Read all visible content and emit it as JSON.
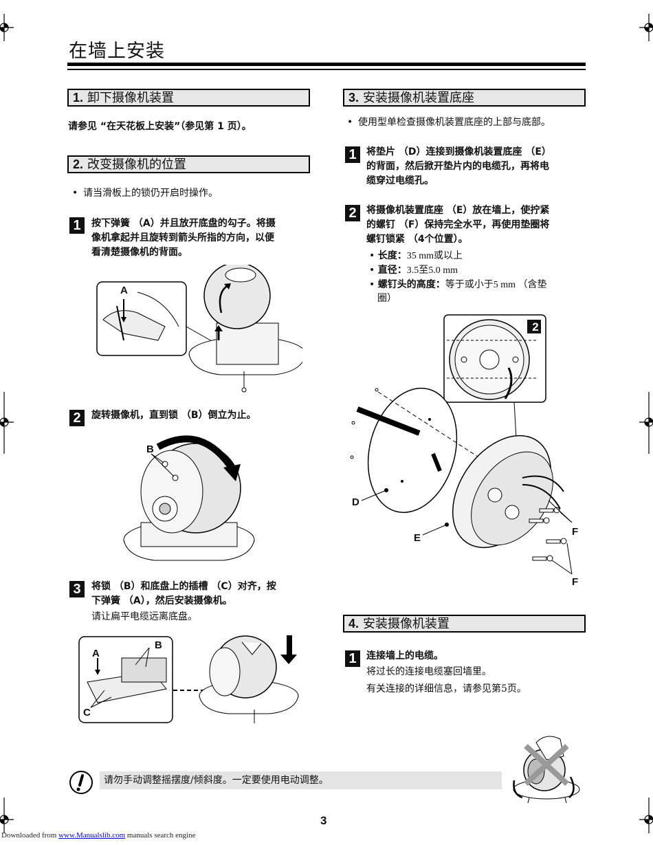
{
  "page": {
    "title": "在墙上安装",
    "page_number": "3",
    "footer": {
      "prefix": "Downloaded from ",
      "link": "www.Manualslib.com",
      "suffix": " manuals search engine"
    }
  },
  "section1": {
    "number": "1.",
    "title": "卸下摄像机装置",
    "text": "请参见 “在天花板上安装”（参见第 1 页）。"
  },
  "section2": {
    "number": "2.",
    "title": "改变摄像机的位置",
    "bullet": "请当滑板上的锁仍开启时操作。",
    "steps": [
      {
        "num": "1",
        "lines": [
          "按下弹簧 （A）并且放开底盘的勾子。将摄",
          "像机拿起并且旋转到箭头所指的方向，以便",
          "看清楚摄像机的背面。"
        ]
      },
      {
        "num": "2",
        "lines": [
          "旋转摄像机，直到锁 （B）倒立为止。"
        ]
      },
      {
        "num": "3",
        "lines": [
          "将锁 （B）和底盘上的插槽 （C）对齐，按",
          "下弹簧 （A），然后安装摄像机。"
        ],
        "note": "请让扁平电缆远离底盘。"
      }
    ],
    "fig_labels": {
      "a1": "A",
      "b1": "B",
      "a2": "A",
      "b2": "B",
      "c": "C"
    }
  },
  "section3": {
    "number": "3.",
    "title": "安装摄像机装置底座",
    "bullet": "使用型单检查摄像机装置底座的上部与底部。",
    "steps": [
      {
        "num": "1",
        "lines": [
          "将垫片 （D）连接到摄像机装置底座 （E）",
          "的背面，然后掀开垫片内的电缆孔，再将电",
          "缆穿过电缆孔。"
        ]
      },
      {
        "num": "2",
        "lines": [
          "将摄像机装置底座 （E）放在墙上，使拧紧",
          "的螺钉 （F）保持完全水平，再使用垫圈将",
          "螺钉锁紧 （4个位置）。"
        ]
      }
    ],
    "specs": [
      {
        "label": "长度：",
        "value": "35 mm或以上"
      },
      {
        "label": "直径：",
        "value": "3.5至5.0 mm"
      },
      {
        "label": "螺钉头的高度：",
        "value": "等于或小于5 mm （含垫",
        "value2": "圈）"
      }
    ],
    "fig_labels": {
      "inset": "2",
      "d": "D",
      "e": "E",
      "f1": "F",
      "f2": "F"
    }
  },
  "section4": {
    "number": "4.",
    "title": "安装摄像机装置",
    "step": {
      "num": "1",
      "title": "连接墙上的电缆。",
      "lines": [
        "将过长的连接电缆塞回墙里。",
        "有关连接的详细信息，请参见第5页。"
      ]
    }
  },
  "note": {
    "icon": "caution-icon",
    "text": "请勿手动调整摇摆度/倾斜度。一定要使用电动调整。"
  }
}
